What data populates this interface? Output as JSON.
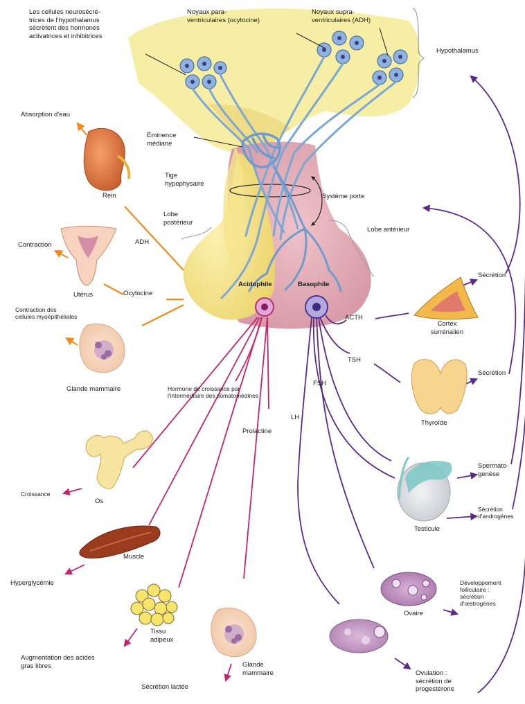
{
  "hypothalamus": {
    "neurosecretory_note": "Les cellules neurosécré-\ntrices de l'hypothalamus\nsécrètent des hormones\nactivatrices et inhibitrices",
    "paraventricular": "Noyaux para-\nventriculaires (ocytocine)",
    "supraoptic": "Noyaux supra-\nventriculaires (ADH)",
    "label": "Hypothalamus"
  },
  "pituitary": {
    "median_eminence": "Éminence\nmédiane",
    "stalk": "Tige\nhypophysaire",
    "posterior_lobe": "Lobe\npostérieur",
    "portal_system": "Système porte",
    "anterior_lobe": "Lobe antérieur",
    "acidophil": "Acidophile",
    "basophil": "Basophile"
  },
  "posterior_targets": {
    "water_absorption": "Absorption d'eau",
    "kidney": "Rein",
    "adh": "ADH",
    "contraction": "Contraction",
    "uterus": "Utérus",
    "oxytocin": "Ocytocine",
    "myoepithelial": "Contraction des\ncellules myoépithéliales",
    "mammary_gland": "Glande mammaire"
  },
  "anterior_hormones": {
    "gh": "Hormone de croissance par\nl'intermédiaire des somatomédines",
    "prolactin": "Prolactine",
    "lh": "LH",
    "fsh": "FSH",
    "tsh": "TSH",
    "acth": "ACTH"
  },
  "anterior_targets": {
    "bone": "Os",
    "growth": "Croissance",
    "muscle": "Muscle",
    "hyperglycemia": "Hyperglycémie",
    "adipose": "Tissu\nadipeux",
    "fatty_acids": "Augmentation des acides\ngras libres",
    "mammary_gland": "Glande\nmammaire",
    "milk_secretion": "Sécrétion lactée",
    "adrenal_cortex": "Cortex\nsurrénalien",
    "secretion_1": "Sécrétion",
    "thyroid": "Thyroïde",
    "secretion_2": "Sécrétion",
    "testis": "Testicule",
    "spermatogenesis": "Spermato-\ngenèse",
    "androgen_secretion": "Sécrétion\nd'androgènes",
    "ovary": "Ovaire",
    "follicular_development": "Développement\nfolliculaire :\nsécrétion\nd'œstrogènes",
    "ovulation": "Ovulation :\nsécrétion de\nprogestérone"
  },
  "colors": {
    "posterior_pathway": "#f28a1e",
    "acidophil_pathway": "#c4246e",
    "basophil_pathway": "#5b2a86",
    "neuron": "#7aa7d4",
    "pituitary": "#d9a1ad",
    "hypothalamus": "#f5ec9a"
  }
}
